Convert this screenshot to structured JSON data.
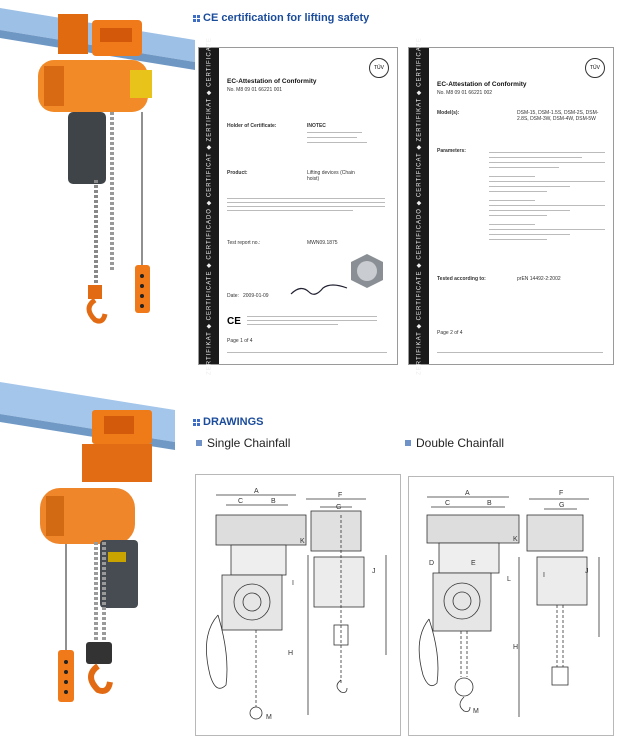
{
  "sections": {
    "ce_title": "CE certification for lifting safety",
    "drawings_title": "DRAWINGS",
    "single_label": "Single Chainfall",
    "double_label": "Double Chainfall"
  },
  "cert_band_text": "ZERTIFIKAT ◆ CERTIFICATE ◆ CERTIFICADO ◆ CERTIFICAT ◆ ZERTIFIKAT ◆ CERTIFICATE",
  "cert1": {
    "title": "EC-Attestation of Conformity",
    "number": "No.  M8 09 01 66221 001",
    "holder_label": "Holder of Certificate:",
    "holder_name": "INOTEC",
    "product_label": "Product:",
    "product_value": "Lifting devices (Chain hoist)",
    "test_report_label": "Test report no.:",
    "test_report_value": "MWN09.1875",
    "date_label": "Date:",
    "date_value": "2009-01-09",
    "logo_text": "TÜV",
    "ce_mark": "CE",
    "page": "Page 1 of 4"
  },
  "cert2": {
    "title": "EC-Attestation of Conformity",
    "number": "No.  M8 09 01 66221 002",
    "model_label": "Model(s):",
    "model_value": "DSM-15, DSM-1.5S, DSM-2S, DSM-2.8S, DSM-3W, DSM-4W, DSM-5W",
    "param_label": "Parameters:",
    "tested_label": "Tested according to:",
    "tested_value": "prEN 14492-2:2002",
    "logo_text": "TÜV",
    "page": "Page 2 of 4"
  },
  "drawings": {
    "dim_A": "A",
    "dim_B": "B",
    "dim_C": "C",
    "dim_D": "D",
    "dim_E": "E",
    "dim_F": "F",
    "dim_G": "G",
    "dim_H": "H",
    "dim_I": "I",
    "dim_J": "J",
    "dim_K": "K",
    "dim_L": "L",
    "dim_M": "M"
  }
}
